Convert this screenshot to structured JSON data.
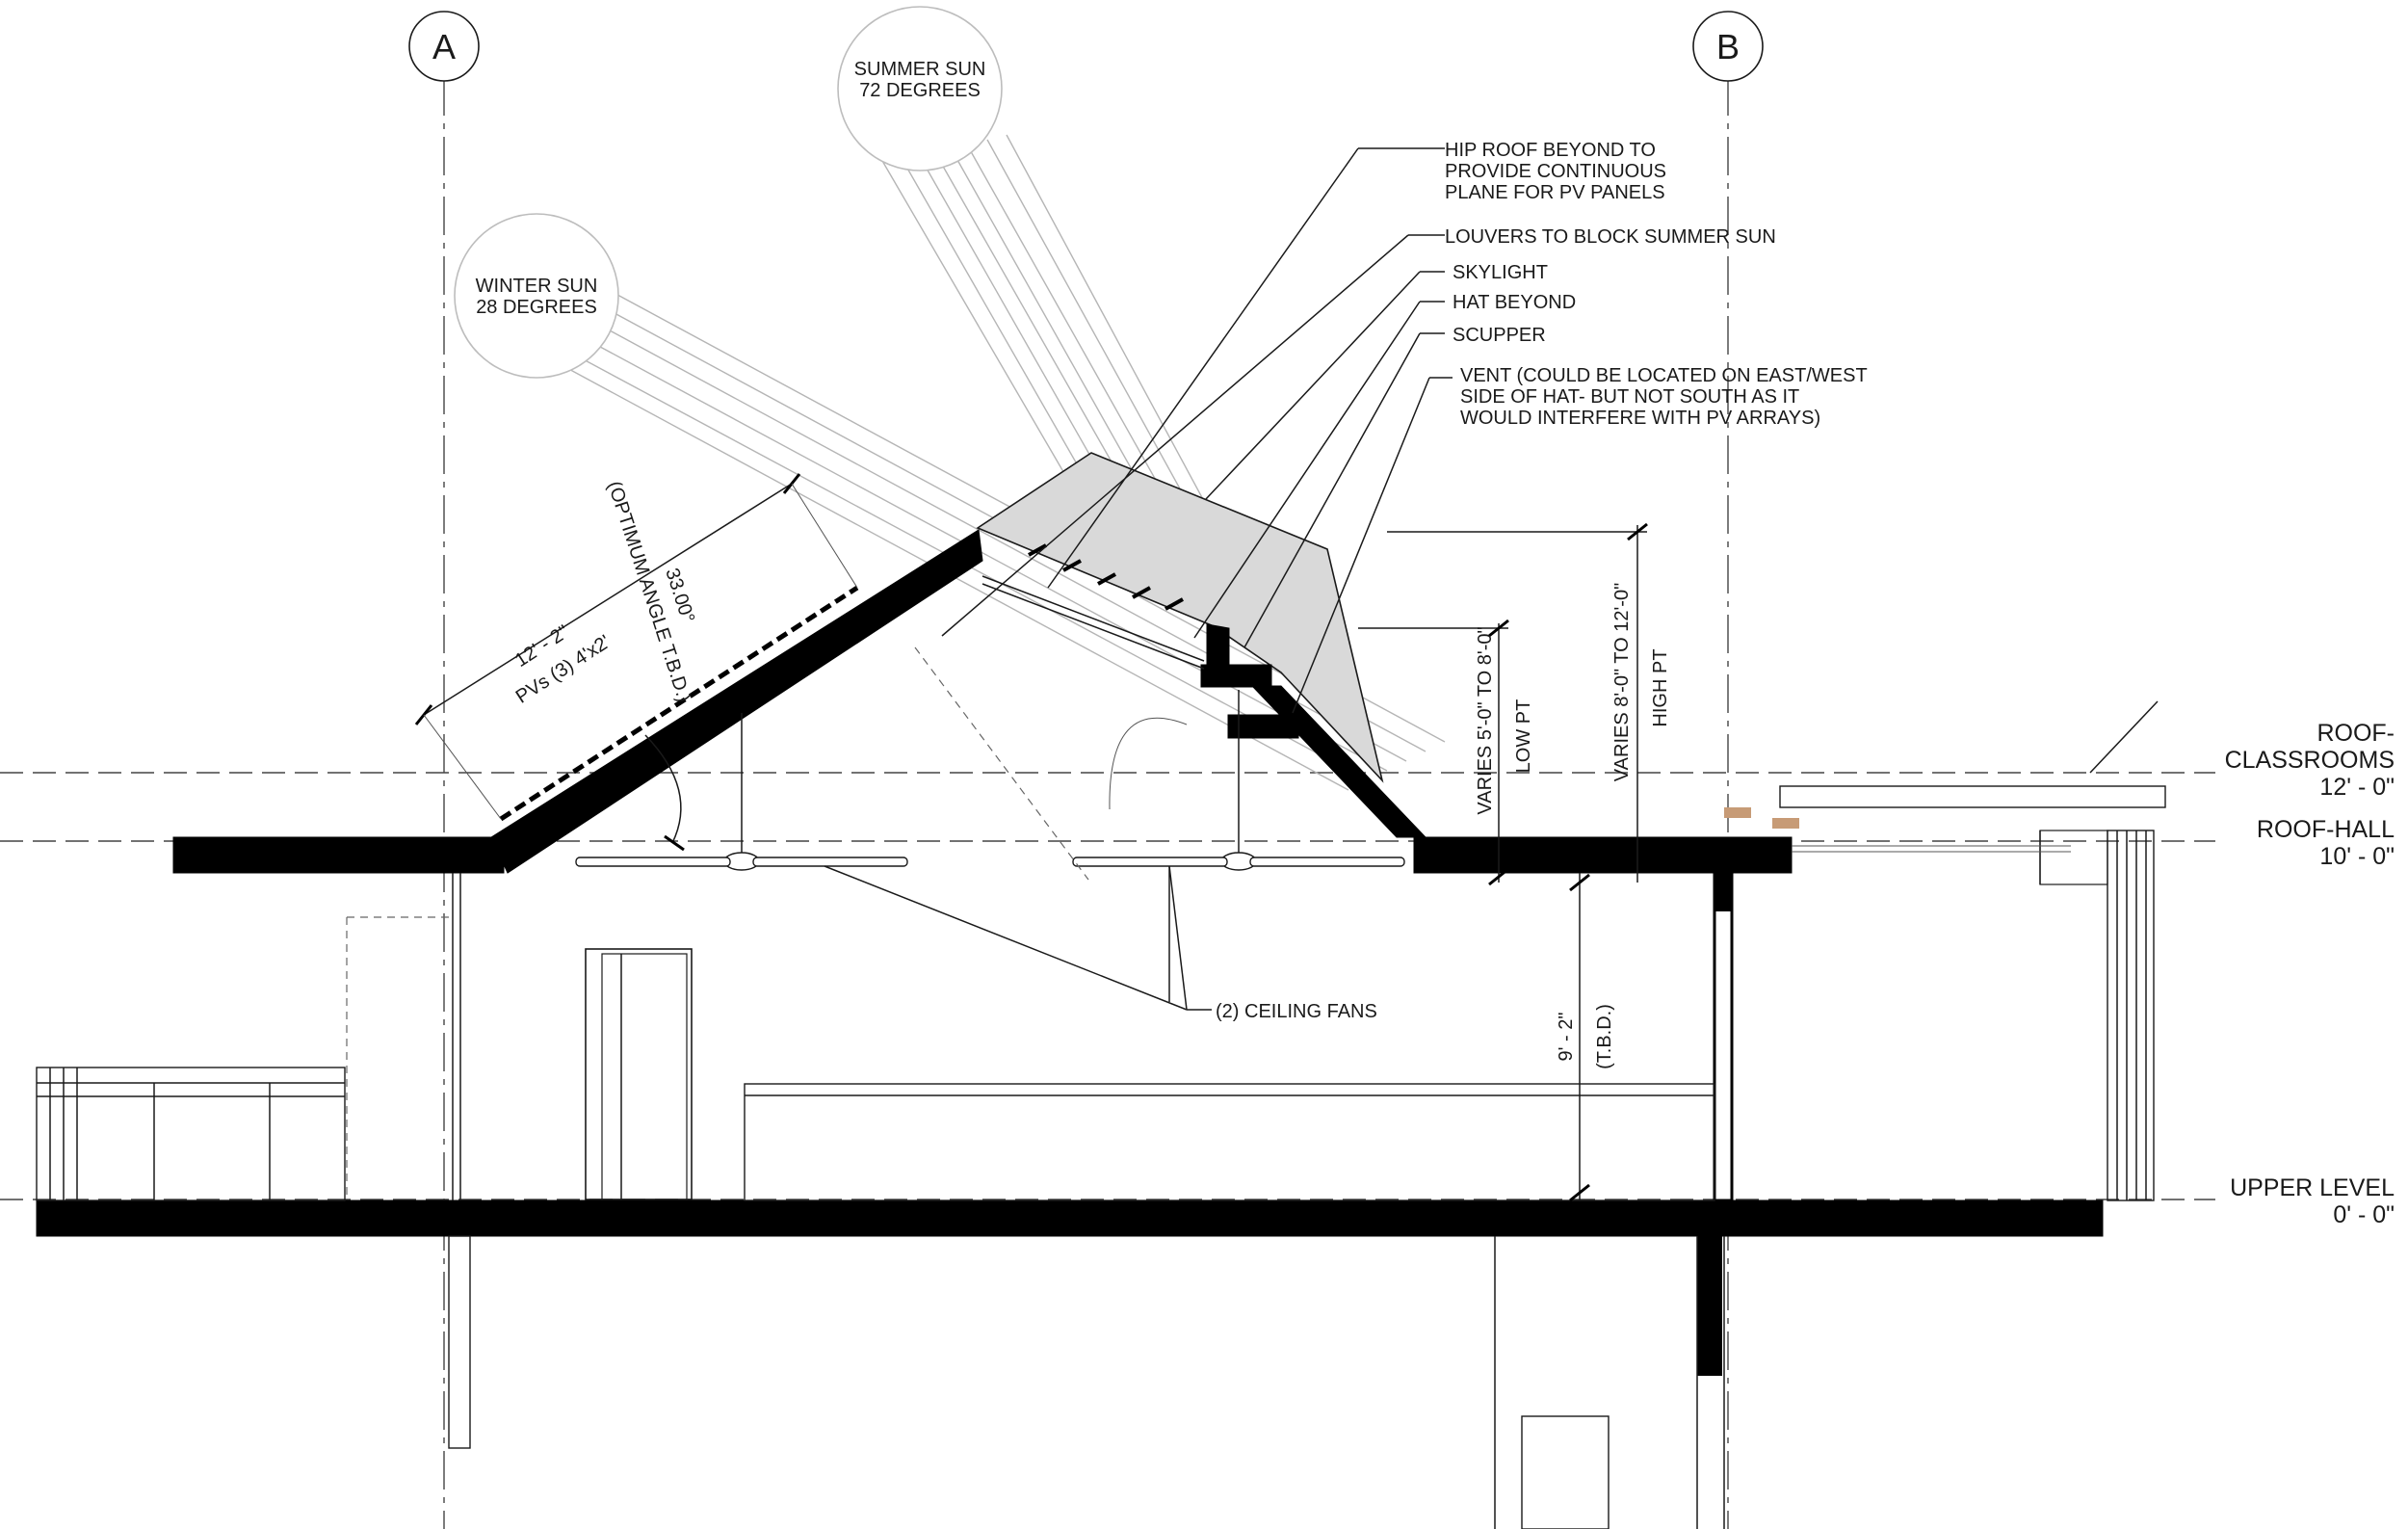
{
  "grid": {
    "a": "A",
    "b": "B"
  },
  "sun": {
    "summer_line1": "SUMMER SUN",
    "summer_line2": "72 DEGREES",
    "winter_line1": "WINTER SUN",
    "winter_line2": "28 DEGREES"
  },
  "callouts": {
    "hip_roof_1": "HIP ROOF BEYOND TO",
    "hip_roof_2": "PROVIDE CONTINUOUS",
    "hip_roof_3": "PLANE FOR PV PANELS",
    "louvers": "LOUVERS TO BLOCK SUMMER SUN",
    "skylight": "SKYLIGHT",
    "hat_beyond": "HAT BEYOND",
    "scupper": "SCUPPER",
    "vent_1": "VENT (COULD BE LOCATED ON EAST/WEST",
    "vent_2": "SIDE OF HAT- BUT NOT SOUTH AS IT",
    "vent_3": "WOULD INTERFERE WITH PV ARRAYS)",
    "ceiling_fans": "(2) CEILING FANS"
  },
  "dimensions": {
    "pv_length": "12' - 2\"",
    "pv_count": "PVs (3) 4'x2'",
    "angle": "33.00°",
    "angle_note": "(OPTIMUM ANGLE T.B.D.)",
    "low_pt_value": "VARIES 5'-0\" TO 8'-0\"",
    "low_pt_label": "LOW PT",
    "high_pt_value": "VARIES 8'-0\" TO 12'-0\"",
    "high_pt_label": "HIGH PT",
    "ceiling_height": "9' - 2\"",
    "ceiling_note": "(T.B.D.)"
  },
  "levels": {
    "roof_classrooms_1": "ROOF-",
    "roof_classrooms_2": "CLASSROOMS",
    "roof_classrooms_elev": "12' - 0\"",
    "roof_hall": "ROOF-HALL",
    "roof_hall_elev": "10' - 0\"",
    "upper_level": "UPPER LEVEL",
    "upper_level_elev": "0' - 0\""
  }
}
